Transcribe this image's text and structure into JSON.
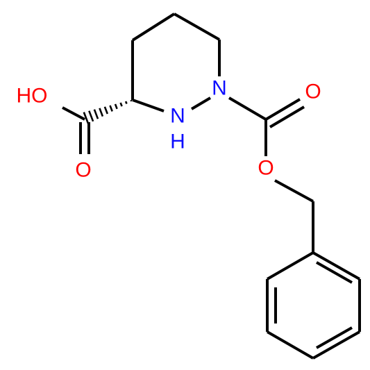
{
  "colors": {
    "carbon_bond": "#000000",
    "oxygen": "#ff0000",
    "nitrogen": "#0d0dff",
    "background": "#ffffff"
  },
  "atoms": {
    "carboxyl_oh": "HO",
    "carboxyl_o": "O",
    "ring_nh": "N",
    "ring_nh_h": "H",
    "ring_n": "N",
    "carbamate_o_double": "O",
    "carbamate_o_ester": "O"
  }
}
